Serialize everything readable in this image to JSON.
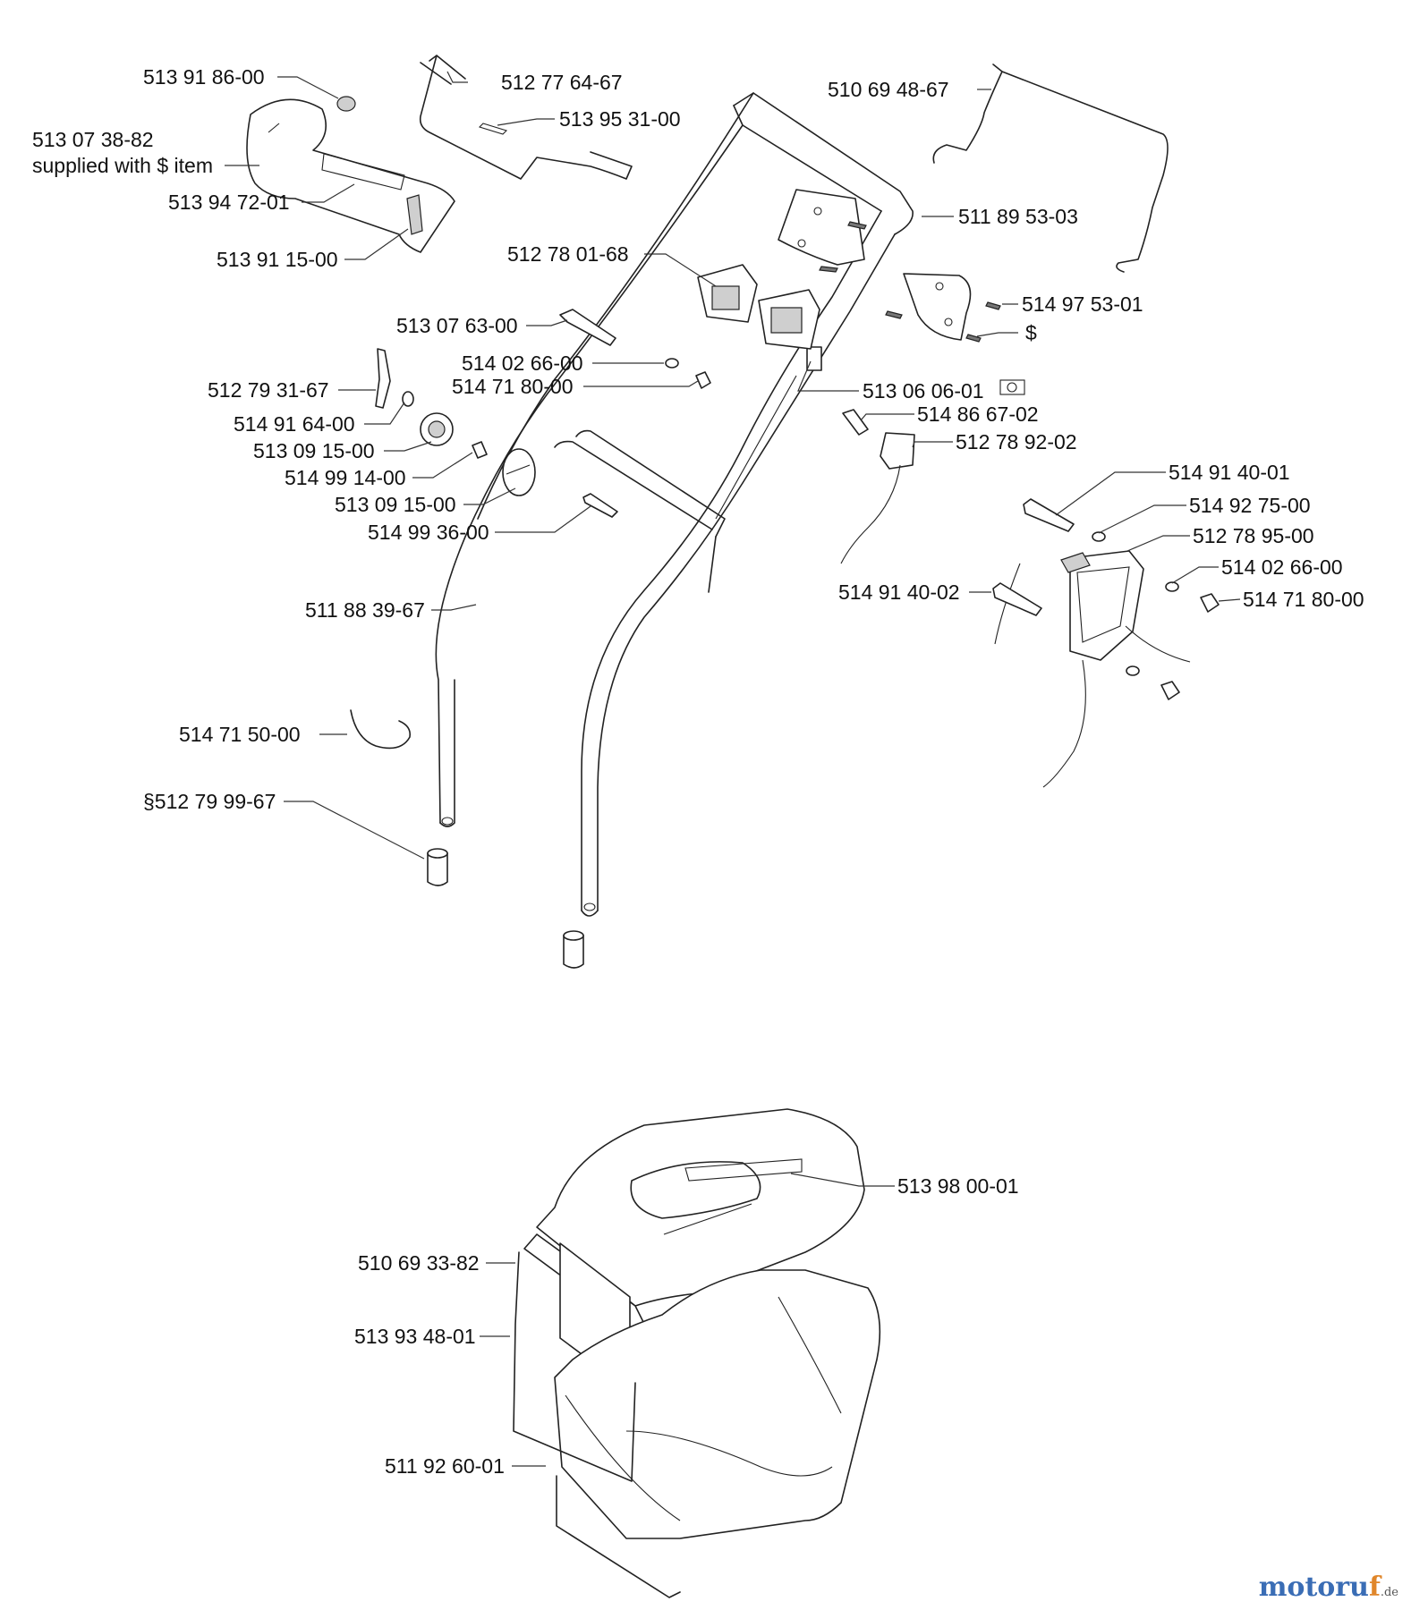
{
  "parts": {
    "p01": "513 91 86-00",
    "p02": "512 77 64-67",
    "p03": "513 95 31-00",
    "p04": "510 69 48-67",
    "p05a": "513 07 38-82",
    "p05b": "supplied with $ item",
    "p06": "513 94 72-01",
    "p07": "513 91 15-00",
    "p08": "511 89 53-03",
    "p09": "512 78 01-68",
    "p10": "514 97 53-01",
    "p11": "$",
    "p12": "513 07 63-00",
    "p13": "514 02 66-00",
    "p14": "514 71 80-00",
    "p15": "512 79 31-67",
    "p16": "513 06 06-01",
    "p17": "514 91 64-00",
    "p18": "514 86 67-02",
    "p19": "513 09 15-00",
    "p20": "512 78 92-02",
    "p21": "514 99 14-00",
    "p22": "513 09 15-00",
    "p23": "514 91 40-01",
    "p24": "514 99 36-00",
    "p25": "514 92 75-00",
    "p26": "512 78 95-00",
    "p27": "514 02 66-00",
    "p28": "514 91 40-02",
    "p29": "514 71 80-00",
    "p30": "511 88 39-67",
    "p31": "514 71 50-00",
    "p32": "§512 79 99-67",
    "p33": "513 98 00-01",
    "p34": "510 69 33-82",
    "p35": "513 93 48-01",
    "p36": "511 92 60-01"
  },
  "watermark": {
    "main": "motoru",
    "accent": "f",
    "tld": ".de"
  }
}
